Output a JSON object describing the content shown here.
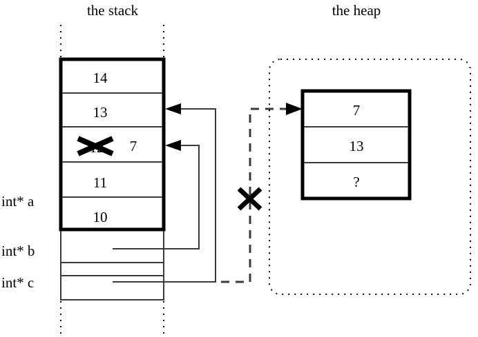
{
  "titles": {
    "stack": "the stack",
    "heap": "the heap"
  },
  "stack": {
    "cells": [
      {
        "value": "14"
      },
      {
        "value": "13"
      },
      {
        "value": "12",
        "struck": true,
        "replacement": "7"
      },
      {
        "value": "11"
      },
      {
        "value": "10"
      }
    ],
    "variables": [
      {
        "label": "int* a"
      },
      {
        "label": "int* b"
      },
      {
        "label": "int* c"
      }
    ]
  },
  "heap": {
    "cells": [
      {
        "value": "7"
      },
      {
        "value": "13"
      },
      {
        "value": "?"
      }
    ]
  },
  "annotations": {
    "invalidated_pointer_mark": "✕",
    "struck_value_mark": "✕"
  },
  "colors": {
    "ink": "#000000",
    "line": "#3a3a3a",
    "background": "#ffffff"
  }
}
